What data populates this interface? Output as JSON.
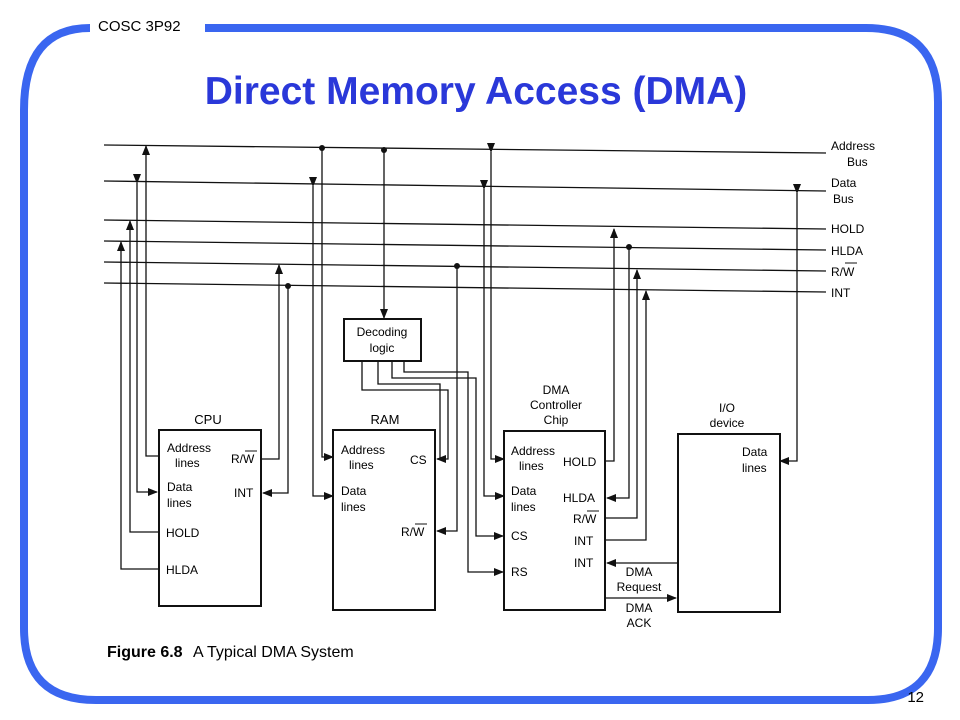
{
  "header": {
    "course": "COSC 3P92",
    "title": "Direct Memory Access (DMA)",
    "page_number": "12"
  },
  "colors": {
    "frame": "#3a66f0",
    "title": "#2a38d9"
  },
  "bus_labels": {
    "address_1": "Address",
    "address_2": "Bus",
    "data_1": "Data",
    "data_2": "Bus",
    "hold": "HOLD",
    "hlda": "HLDA",
    "rw": "R/W",
    "int": "INT"
  },
  "decoding_logic": {
    "line1": "Decoding",
    "line2": "logic"
  },
  "cpu": {
    "title": "CPU",
    "address_1": "Address",
    "address_2": "lines",
    "data_1": "Data",
    "data_2": "lines",
    "hold": "HOLD",
    "hlda": "HLDA",
    "rw": "R/W",
    "int": "INT"
  },
  "ram": {
    "title": "RAM",
    "address_1": "Address",
    "address_2": "lines",
    "data_1": "Data",
    "data_2": "lines",
    "cs": "CS",
    "rw": "R/W"
  },
  "dma": {
    "title_1": "DMA",
    "title_2": "Controller",
    "title_3": "Chip",
    "address_1": "Address",
    "address_2": "lines",
    "data_1": "Data",
    "data_2": "lines",
    "cs": "CS",
    "rs": "RS",
    "hold": "HOLD",
    "hlda": "HLDA",
    "rw": "R/W",
    "int1": "INT",
    "int2": "INT"
  },
  "io": {
    "title_1": "I/O",
    "title_2": "device",
    "data_1": "Data",
    "data_2": "lines"
  },
  "signals": {
    "req_1": "DMA",
    "req_2": "Request",
    "ack_1": "DMA",
    "ack_2": "ACK"
  },
  "caption": {
    "figure": "Figure 6.8",
    "text": "A Typical DMA System"
  }
}
